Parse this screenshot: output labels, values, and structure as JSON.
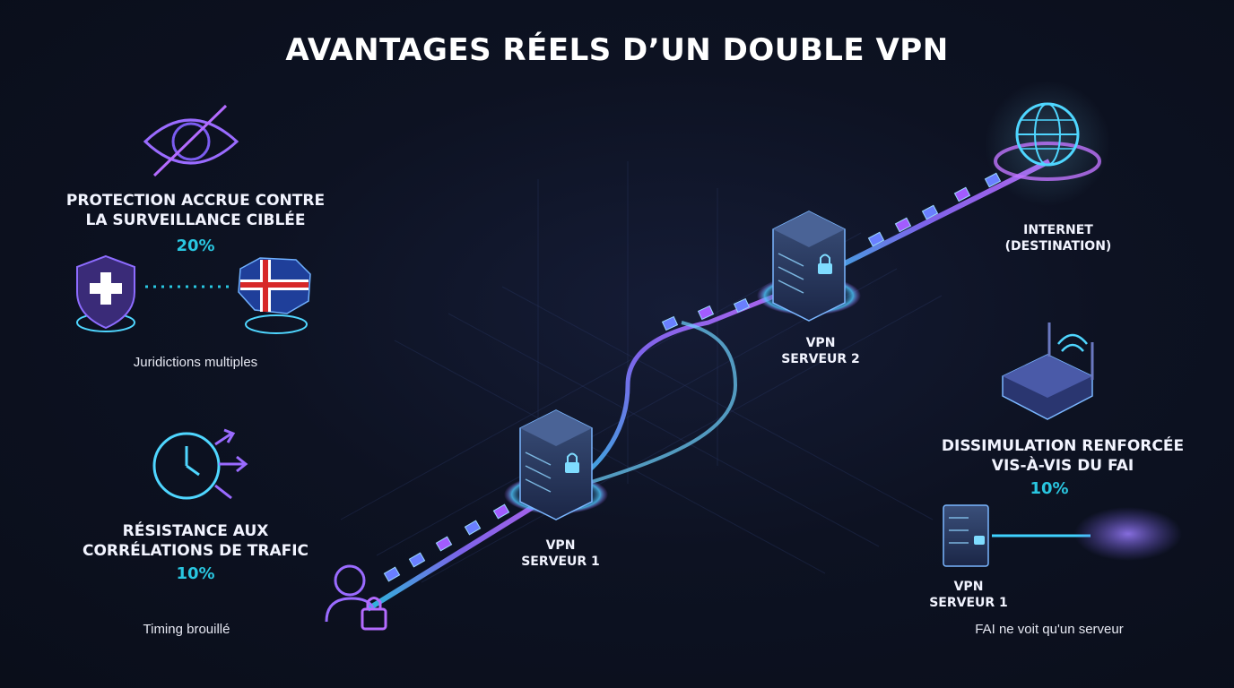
{
  "title": "AVANTAGES RÉELS D’UN DOUBLE VPN",
  "benefits": {
    "surveillance": {
      "heading_line1": "PROTECTION ACCRUE CONTRE",
      "heading_line2": "LA SURVEILLANCE CIBLÉE",
      "percent": "20%",
      "caption": "Juridictions multiples"
    },
    "correlation": {
      "heading_line1": "RÉSISTANCE AUX",
      "heading_line2": "CORRÉLATIONS DE TRAFIC",
      "percent": "10%",
      "caption": "Timing brouillé"
    },
    "isp": {
      "heading_line1": "DISSIMULATION RENFORCÉE",
      "heading_line2": "VIS-À-VIS DU FAI",
      "percent": "10%",
      "caption": "FAI ne voit qu'un serveur"
    }
  },
  "nodes": {
    "server1": {
      "line1": "VPN",
      "line2": "SERVEUR 1"
    },
    "server2": {
      "line1": "VPN",
      "line2": "SERVEUR 2"
    },
    "internet": {
      "line1": "INTERNET",
      "line2": "(DESTINATION)"
    },
    "isp_server": {
      "line1": "VPN",
      "line2": "SERVEUR 1"
    }
  },
  "icons": {
    "surveillance": "eye-slash-icon",
    "shield": "shield-cross-icon",
    "flag": "iceland-flag-icon",
    "timing": "clock-arrows-icon",
    "router": "wifi-router-icon",
    "user": "user-lock-icon",
    "globe": "globe-icon"
  },
  "colors": {
    "accent_cyan": "#29c6e0",
    "accent_purple": "#8a5cf6",
    "background": "#0a0e1a"
  }
}
